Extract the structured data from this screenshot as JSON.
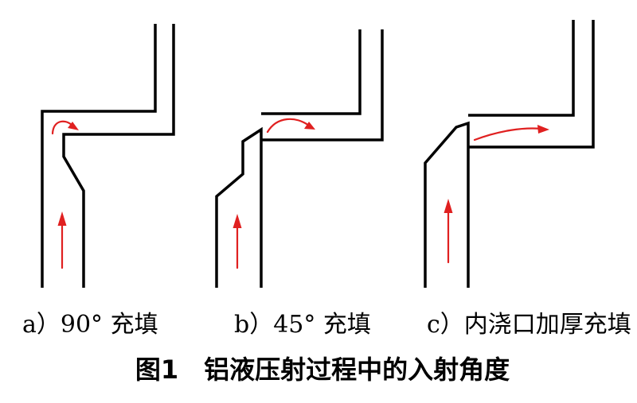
{
  "panels": [
    {
      "id": "a",
      "caption": "a）90° 充填"
    },
    {
      "id": "b",
      "caption": "b）45° 充填"
    },
    {
      "id": "c",
      "caption": "c）内浇口加厚充填"
    }
  ],
  "figure_caption": "图1　铝液压射过程中的入射角度",
  "colors": {
    "wall": "#000000",
    "flow_arrow": "#e02020",
    "background": "#ffffff"
  }
}
